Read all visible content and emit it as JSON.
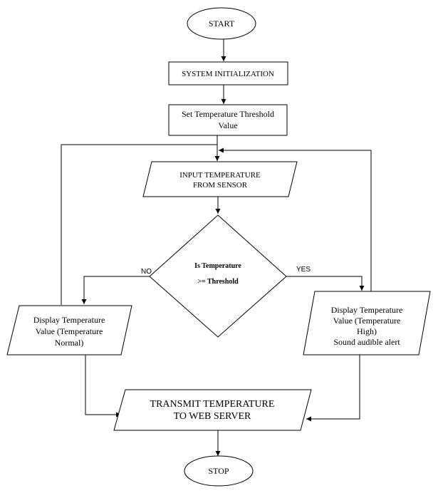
{
  "nodes": {
    "start": "START",
    "init": "SYSTEM INITIALIZATION",
    "threshold": [
      "Set Temperature Threshold",
      "Value"
    ],
    "input": [
      "INPUT TEMPERATURE",
      "FROM SENSOR"
    ],
    "decision": [
      "Is Temperature",
      ">= Threshold"
    ],
    "normal": [
      "Display Temperature",
      "Value (Temperature",
      "Normal)"
    ],
    "high": [
      "Display Temperature",
      "Value (Temperature",
      "High)",
      "Sound audible alert"
    ],
    "transmit": [
      "TRANSMIT TEMPERATURE",
      "TO WEB SERVER"
    ],
    "stop": "STOP"
  },
  "edges": {
    "no": "NO",
    "yes": "YES"
  }
}
